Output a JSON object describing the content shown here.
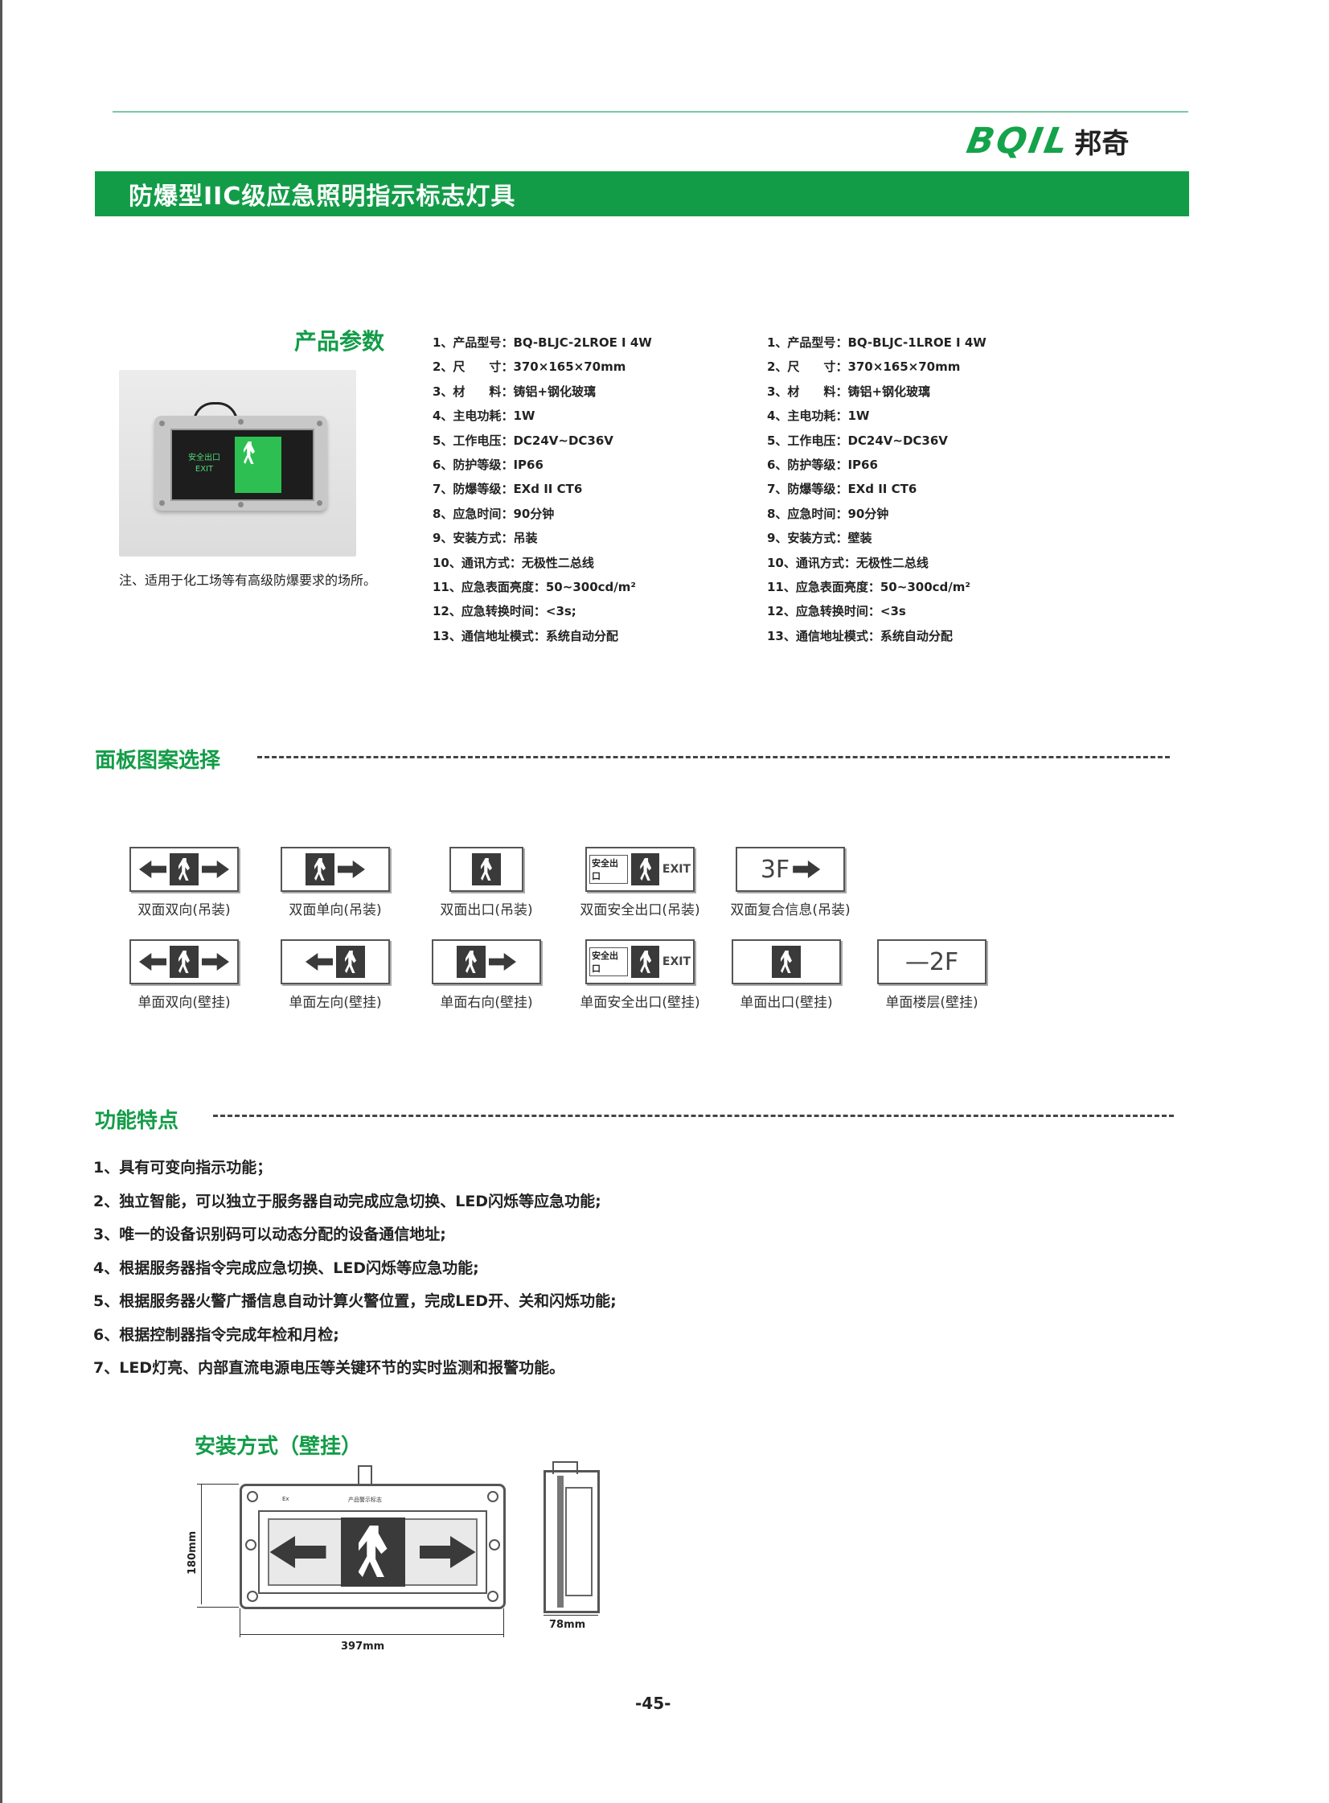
{
  "brand": {
    "latin": "BQIL",
    "cn": "邦奇"
  },
  "title": "防爆型IIC级应急照明指示标志灯具",
  "product_params": {
    "heading": "产品参数",
    "photo": {
      "cn_text": "安全出口",
      "en_text": "EXIT"
    },
    "note": "注、适用于化工场等有高级防爆要求的场所。",
    "col1": [
      "1、产品型号：BQ-BLJC-2LROE I 4W",
      "2、尺　　寸：370×165×70mm",
      "3、材　　料：铸铝+钢化玻璃",
      "4、主电功耗：1W",
      "5、工作电压：DC24V~DC36V",
      "6、防护等级：IP66",
      "7、防爆等级：EXd II CT6",
      "8、应急时间：90分钟",
      "9、安装方式：吊装",
      "10、通讯方式：无极性二总线",
      "11、应急表面亮度：50~300cd/m²",
      "12、应急转换时间：<3s;",
      "13、通信地址模式：系统自动分配"
    ],
    "col2": [
      "1、产品型号：BQ-BLJC-1LROE I 4W",
      "2、尺　　寸：370×165×70mm",
      "3、材　　料：铸铝+钢化玻璃",
      "4、主电功耗：1W",
      "5、工作电压：DC24V~DC36V",
      "6、防护等级：IP66",
      "7、防爆等级：EXd II CT6",
      "8、应急时间：90分钟",
      "9、安装方式：壁装",
      "10、通讯方式：无极性二总线",
      "11、应急表面亮度：50~300cd/m²",
      "12、应急转换时间：<3s",
      "13、通信地址模式：系统自动分配"
    ]
  },
  "panels": {
    "heading": "面板图案选择",
    "safe_label": "安全出口",
    "exit_label": "EXIT",
    "floor_3f": "3F",
    "floor_2f": "—2F",
    "row1": [
      {
        "caption": "双面双向(吊装)"
      },
      {
        "caption": "双面单向(吊装)"
      },
      {
        "caption": "双面出口(吊装)"
      },
      {
        "caption": "双面安全出口(吊装)"
      },
      {
        "caption": "双面复合信息(吊装)"
      }
    ],
    "row2": [
      {
        "caption": "单面双向(壁挂)"
      },
      {
        "caption": "单面左向(壁挂)"
      },
      {
        "caption": "单面右向(壁挂)"
      },
      {
        "caption": "单面安全出口(壁挂)"
      },
      {
        "caption": "单面出口(壁挂)"
      },
      {
        "caption": "单面楼层(壁挂)"
      }
    ]
  },
  "features": {
    "heading": "功能特点",
    "items": [
      "1、具有可变向指示功能；",
      "2、独立智能，可以独立于服务器自动完成应急切换、LED闪烁等应急功能;",
      "3、唯一的设备识别码可以动态分配的设备通信地址;",
      "4、根据服务器指令完成应急切换、LED闪烁等应急功能;",
      "5、根据服务器火警广播信息自动计算火警位置，完成LED开、关和闪烁功能;",
      "6、根据控制器指令完成年检和月检;",
      "7、LED灯亮、内部直流电源电压等关键环节的实时监测和报警功能。"
    ]
  },
  "install": {
    "heading": "安装方式（壁挂）",
    "label_ex": "Ex",
    "label_plate": "产品警示标志",
    "dim_height": "180mm",
    "dim_width": "397mm",
    "dim_depth": "78mm"
  },
  "page_number": "-45-"
}
